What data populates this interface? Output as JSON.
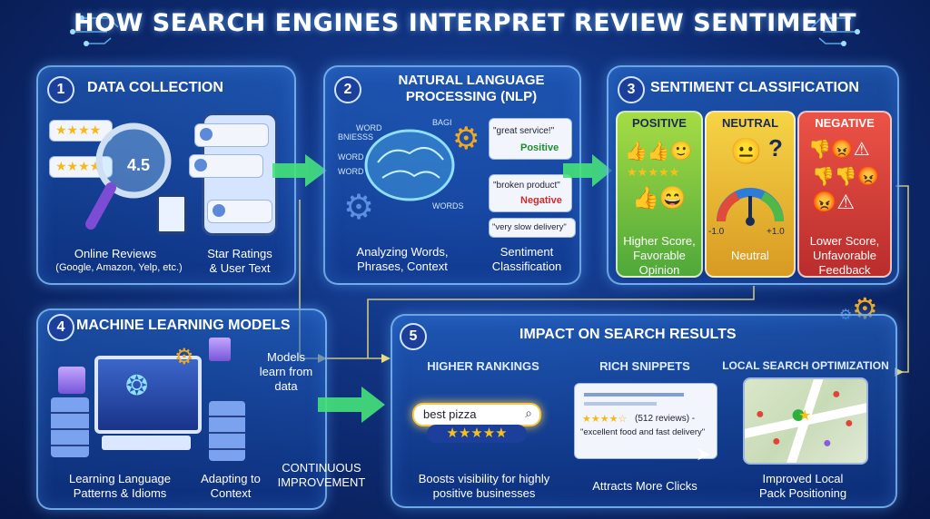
{
  "title": "HOW SEARCH ENGINES INTERPRET REVIEW SENTIMENT",
  "panel1": {
    "number": "1",
    "title": "DATA COLLECTION",
    "rating": "4.5",
    "label_left": "Online Reviews",
    "label_left_sub": "(Google, Amazon, Yelp, etc.)",
    "label_right_1": "Star Ratings",
    "label_right_2": "& User Text"
  },
  "panel2": {
    "number": "2",
    "title_1": "NATURAL LANGUAGE",
    "title_2": "PROCESSING (NLP)",
    "words": [
      "WORD",
      "BNIESSS",
      "WORD",
      "WORD",
      "BAGI",
      "WORDS"
    ],
    "card1_text": "\"great service!\"",
    "card1_label": "Positive",
    "card2_text": "\"broken product\"",
    "card2_label": "Negative",
    "card3_text": "\"very slow delivery\"",
    "label_left_1": "Analyzing Words,",
    "label_left_2": "Phrases, Context",
    "label_right_1": "Sentiment",
    "label_right_2": "Classification"
  },
  "panel3": {
    "number": "3",
    "title": "SENTIMENT CLASSIFICATION",
    "positive": {
      "head": "POSITIVE",
      "label_1": "Higher Score,",
      "label_2": "Favorable",
      "label_3": "Opinion"
    },
    "neutral": {
      "head": "NEUTRAL",
      "gauge_min": "-1.0",
      "gauge_max": "+1.0",
      "label": "Neutral"
    },
    "negative": {
      "head": "NEGATIVE",
      "label_1": "Lower Score,",
      "label_2": "Unfavorable",
      "label_3": "Feedback"
    }
  },
  "panel4": {
    "number": "4",
    "title": "MACHINE LEARNING MODELS",
    "models_1": "Models",
    "models_2": "learn from",
    "models_3": "data",
    "label_left_1": "Learning Language",
    "label_left_2": "Patterns & Idioms",
    "label_mid_1": "Adapting to",
    "label_mid_2": "Context",
    "label_right_1": "CONTINUOUS",
    "label_right_2": "IMPROVEMENT"
  },
  "panel5": {
    "number": "5",
    "title": "IMPACT ON SEARCH RESULTS",
    "col1_head": "HIGHER RANKINGS",
    "search_text": "best pizza",
    "col1_label_1": "Boosts visibility for highly",
    "col1_label_2": "positive businesses",
    "col2_head": "RICH SNIPPETS",
    "snippet_reviews": "(512 reviews) -",
    "snippet_quote": "\"excellent food and fast delivery\"",
    "col2_label": "Attracts More Clicks",
    "col3_head": "LOCAL SEARCH OPTIMIZATION",
    "col3_label_1": "Improved Local",
    "col3_label_2": "Pack Positioning"
  },
  "colors": {
    "accent_green": "#3fd86a",
    "positive_bg": "#9ed93a",
    "neutral_bg": "#f5cf3a",
    "negative_bg": "#e8473f",
    "star": "#f6b81a"
  }
}
